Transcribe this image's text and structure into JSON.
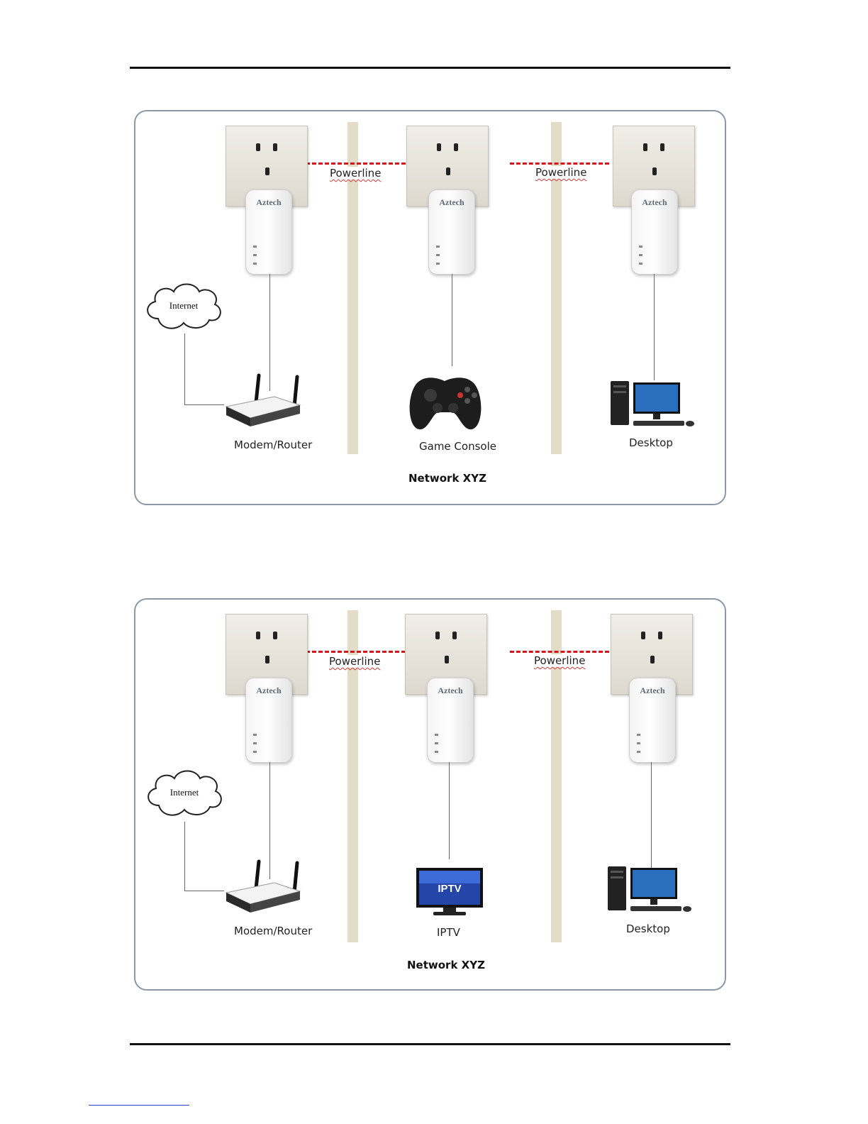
{
  "diagrams": [
    {
      "title": "Network XYZ",
      "link_labels": [
        "Powerline",
        "Powerline"
      ],
      "adapter_brand": "Aztech",
      "cloud_label": "Internet",
      "devices": [
        "Modem/Router",
        "Game Console",
        "Desktop"
      ]
    },
    {
      "title": "Network XYZ",
      "link_labels": [
        "Powerline",
        "Powerline"
      ],
      "adapter_brand": "Aztech",
      "cloud_label": "Internet",
      "devices": [
        "Modem/Router",
        "IPTV",
        "Desktop"
      ],
      "tv_screen_text": "IPTV"
    }
  ],
  "colors": {
    "powerline_link": "#d4161b",
    "wall": "#e3dcc6",
    "panel_border": "#8c98a8"
  }
}
